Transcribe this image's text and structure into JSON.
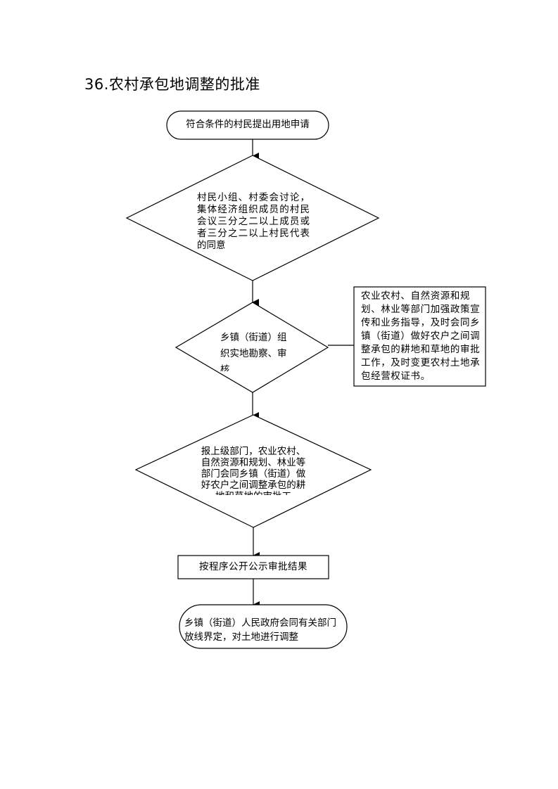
{
  "title": "36.农村承包地调整的批准",
  "nodes": {
    "start": "符合条件的村民提出用地申请",
    "decision1": "村民小组、村委会讨论，集体经济组织成员的村民会议三分之二以上成员或者三分之二以上村民代表的同意",
    "decision2": "乡镇（街道）组织实地勘察、审核",
    "side_note": "农业农村、自然资源和规划、林业等部门加强政策宣传和业务指导，及时会同乡镇（街道）做好农户之间调整承包的耕地和草地的审批工作，及时变更农村土地承包经营权证书。",
    "decision3": "报上级部门，农业农村、自然资源和规划、林业等部门会同乡镇（街道）做好农户之间调整承包的耕地和草地的审批工",
    "process1": "按程序公开公示审批结果",
    "end": "乡镇（街道）人民政府会同有关部门放线界定，对土地进行调整"
  }
}
